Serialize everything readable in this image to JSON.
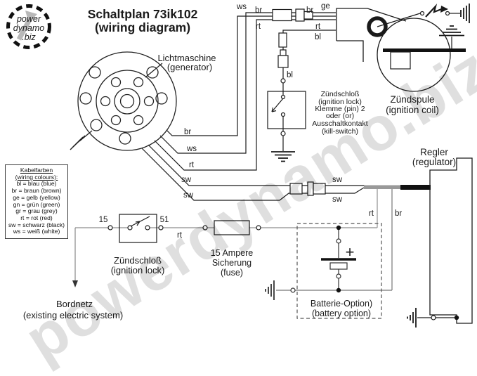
{
  "title": {
    "line1": "Schaltplan 73ik102",
    "line2": "(wiring diagram)"
  },
  "logo": {
    "line1": "power",
    "line2": "dynamo",
    "line3": ".biz"
  },
  "watermark": "powerdynamo.biz",
  "legend": {
    "title1": "Kabelfarben",
    "title2": "(wiring colours):",
    "entries": [
      "bl = blau (blue)",
      "br = braun (brown)",
      "ge = gelb (yellow)",
      "gn = grün (green)",
      "gr = grau (grey)",
      "rt = rot (red)",
      "sw = schwarz (black)",
      "ws = weiß (white)"
    ]
  },
  "components": {
    "generator": {
      "line1": "Lichtmaschine",
      "line2": "(generator)"
    },
    "coil": {
      "line1": "Zündspule",
      "line2": "(ignition coil)"
    },
    "killswitch_note": {
      "lines": [
        "Zündschloß",
        "(ignition lock)",
        "Klemme (pin) 2",
        "oder (or)",
        "Ausschaltkontakt",
        "(kill-switch)"
      ]
    },
    "regulator": {
      "line1": "Regler",
      "line2": "(regulator)"
    },
    "ignition_lock": {
      "line1": "Zündschloß",
      "line2": "(ignition lock)",
      "pin_left": "15",
      "pin_right": "51"
    },
    "fuse": {
      "line1": "15 Ampere",
      "line2": "Sicherung",
      "line3": "(fuse)"
    },
    "battery": {
      "line1": "Batterie-Option)",
      "line2": "(battery option)",
      "plus_sign": "+"
    },
    "bordnetz": {
      "line1": "Bordnetz",
      "line2": "(existing electric system)"
    }
  },
  "wire_labels": {
    "tl_ws": "ws",
    "tl_br": "br",
    "tl_rt": "rt",
    "tr_ge": "ge",
    "tr_br": "br",
    "tr_rt": "rt",
    "bl_top": "bl",
    "bl_switch": "bl",
    "gen_br": "br",
    "gen_ws": "ws",
    "gen_rt": "rt",
    "gen_sw1": "sw",
    "gen_sw2": "sw",
    "mid_sw1": "sw",
    "mid_sw2": "sw",
    "reg_rt": "rt",
    "reg_br": "br",
    "row_rt": "rt"
  },
  "colors": {
    "line": "#1a1a1a",
    "gray_wire": "#a0a0a0",
    "cable_gray": "#999999",
    "cable_black": "#111111",
    "watermark": "#d9d9d9"
  }
}
